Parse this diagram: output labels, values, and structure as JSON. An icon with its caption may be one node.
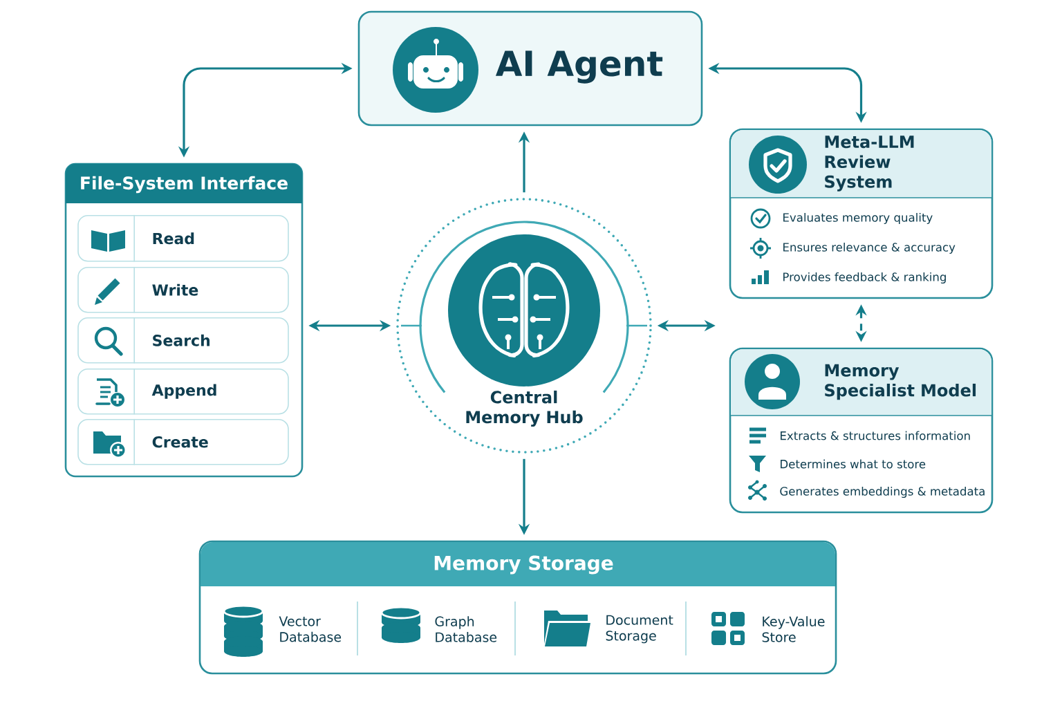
{
  "diagram": {
    "nodes": [
      {
        "text": [
          "AI Agent"
        ]
      },
      {
        "text": [
          "File-System Interface"
        ]
      },
      {
        "text": [
          "Read"
        ],
        "in": 1
      },
      {
        "text": [
          "Write"
        ],
        "in": 1
      },
      {
        "text": [
          "Search"
        ],
        "in": 1
      },
      {
        "text": [
          "Append"
        ],
        "in": 1
      },
      {
        "text": [
          "Create"
        ],
        "in": 1
      },
      {
        "text": [
          "Central Memory Hub"
        ]
      },
      {
        "text": [
          "Meta-LLM Review System",
          "Evaluates memory quality",
          "Ensures relevance & accuracy",
          "Provides feedback & ranking"
        ]
      },
      {
        "text": [
          "Memory Specialist Model",
          "Extracts & structures information",
          "Determines what to store",
          "Generates embeddings & metadata"
        ]
      },
      {
        "text": [
          "Memory Storage",
          "Vector Database",
          "Graph Database",
          "Document Storage",
          "Key-Value Store"
        ]
      }
    ],
    "edges": [
      {
        "from": 0,
        "to": 1,
        "arrow": "both"
      },
      {
        "from": 0,
        "to": 8,
        "arrow": "both"
      },
      {
        "from": 7,
        "to": 0,
        "arrow": "to"
      },
      {
        "from": 7,
        "to": 1,
        "arrow": "both"
      },
      {
        "from": 7,
        "to": null,
        "arrow": "both"
      },
      {
        "from": 8,
        "to": 9,
        "arrow": "both",
        "style": "dashed"
      },
      {
        "from": 7,
        "to": 10,
        "arrow": "to"
      }
    ]
  }
}
